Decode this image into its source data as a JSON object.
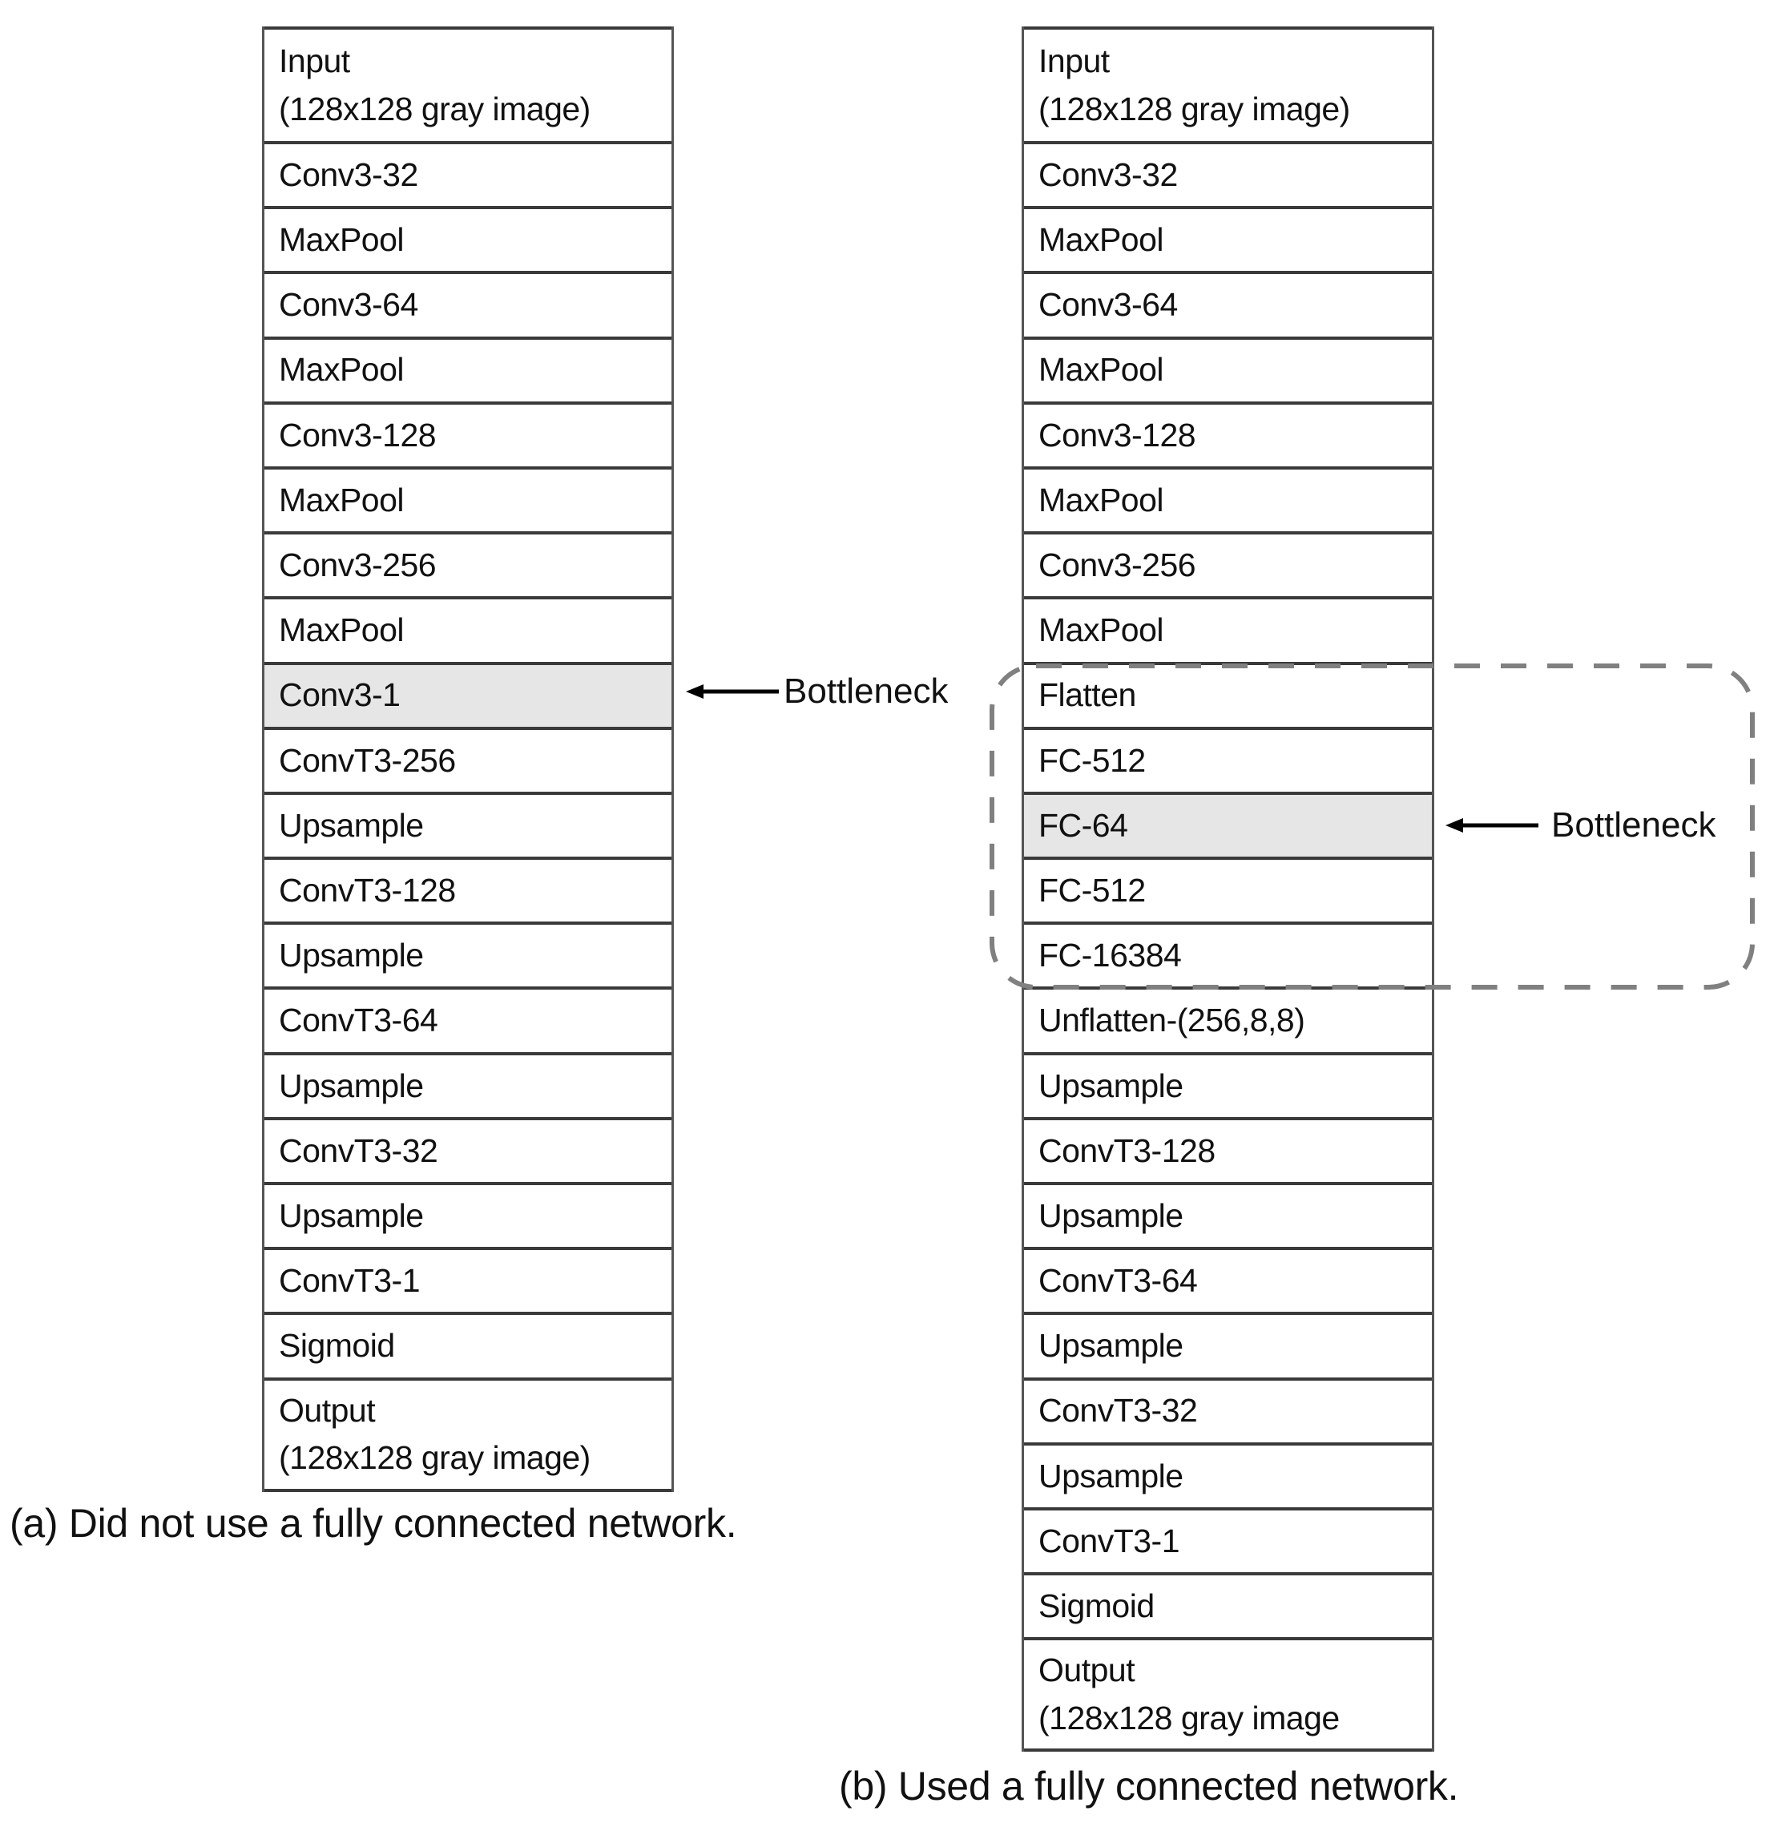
{
  "diagram_a": {
    "caption": "(a) Did not use a fully connected network.",
    "layers": [
      {
        "line1": "Input",
        "line2": "(128x128 gray image)"
      },
      {
        "line1": "Conv3-32"
      },
      {
        "line1": "MaxPool"
      },
      {
        "line1": "Conv3-64"
      },
      {
        "line1": "MaxPool"
      },
      {
        "line1": "Conv3-128"
      },
      {
        "line1": "MaxPool"
      },
      {
        "line1": "Conv3-256"
      },
      {
        "line1": "MaxPool"
      },
      {
        "line1": "Conv3-1",
        "highlight": true
      },
      {
        "line1": "ConvT3-256"
      },
      {
        "line1": "Upsample"
      },
      {
        "line1": "ConvT3-128"
      },
      {
        "line1": "Upsample"
      },
      {
        "line1": "ConvT3-64"
      },
      {
        "line1": "Upsample"
      },
      {
        "line1": "ConvT3-32"
      },
      {
        "line1": "Upsample"
      },
      {
        "line1": "ConvT3-1"
      },
      {
        "line1": "Sigmoid"
      },
      {
        "line1": "Output",
        "line2": "(128x128 gray image)"
      }
    ],
    "annotation": {
      "label": "Bottleneck",
      "points_to": "Conv3-1"
    }
  },
  "diagram_b": {
    "caption": "(b) Used a fully connected network.",
    "layers": [
      {
        "line1": "Input",
        "line2": "(128x128 gray image)"
      },
      {
        "line1": "Conv3-32"
      },
      {
        "line1": "MaxPool"
      },
      {
        "line1": "Conv3-64"
      },
      {
        "line1": "MaxPool"
      },
      {
        "line1": "Conv3-128"
      },
      {
        "line1": "MaxPool"
      },
      {
        "line1": "Conv3-256"
      },
      {
        "line1": "MaxPool"
      },
      {
        "line1": "Flatten"
      },
      {
        "line1": "FC-512"
      },
      {
        "line1": "FC-64",
        "highlight": true
      },
      {
        "line1": "FC-512"
      },
      {
        "line1": "FC-16384"
      },
      {
        "line1": "Unflatten-(256,8,8)"
      },
      {
        "line1": "Upsample"
      },
      {
        "line1": "ConvT3-128"
      },
      {
        "line1": "Upsample"
      },
      {
        "line1": "ConvT3-64"
      },
      {
        "line1": "Upsample"
      },
      {
        "line1": "ConvT3-32"
      },
      {
        "line1": "Upsample"
      },
      {
        "line1": "ConvT3-1"
      },
      {
        "line1": "Sigmoid"
      },
      {
        "line1": "Output",
        "line2": "(128x128 gray image"
      }
    ],
    "annotation": {
      "label": "Bottleneck",
      "points_to": "FC-64"
    },
    "dashed_group": [
      "Flatten",
      "FC-512",
      "FC-64",
      "FC-512",
      "FC-16384"
    ]
  },
  "colors": {
    "border": "#3a3a3a",
    "highlight": "#e6e6e6",
    "dashed_box": "#808080",
    "text": "#111111"
  }
}
